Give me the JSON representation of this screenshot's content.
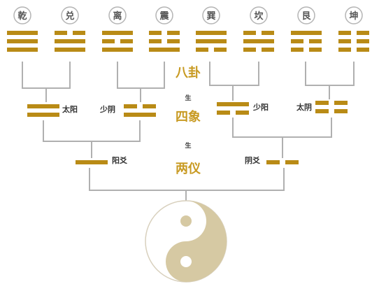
{
  "trigrams": [
    {
      "name": "乾",
      "lines": [
        1,
        1,
        1
      ]
    },
    {
      "name": "兑",
      "lines": [
        0,
        1,
        1
      ]
    },
    {
      "name": "离",
      "lines": [
        1,
        0,
        1
      ]
    },
    {
      "name": "震",
      "lines": [
        0,
        0,
        1
      ]
    },
    {
      "name": "巽",
      "lines": [
        1,
        1,
        0
      ]
    },
    {
      "name": "坎",
      "lines": [
        0,
        1,
        0
      ]
    },
    {
      "name": "艮",
      "lines": [
        1,
        0,
        0
      ]
    },
    {
      "name": "坤",
      "lines": [
        0,
        0,
        0
      ]
    }
  ],
  "four_images": [
    {
      "name": "太阳",
      "lines": [
        1,
        1
      ]
    },
    {
      "name": "少阴",
      "lines": [
        0,
        1
      ]
    },
    {
      "name": "少阳",
      "lines": [
        1,
        0
      ]
    },
    {
      "name": "太阴",
      "lines": [
        0,
        0
      ]
    }
  ],
  "two_modes": [
    {
      "name": "阳爻",
      "lines": [
        1
      ]
    },
    {
      "name": "阴爻",
      "lines": [
        0
      ]
    }
  ],
  "stages": {
    "bagua": "八卦",
    "sixiang": "四象",
    "liangyi": "两仪"
  },
  "sheng": "生",
  "colors": {
    "line": "#b98b16",
    "stage_text": "#c89a22",
    "connector": "#b0b0b0",
    "taiji_light": "#d6c9a3"
  }
}
